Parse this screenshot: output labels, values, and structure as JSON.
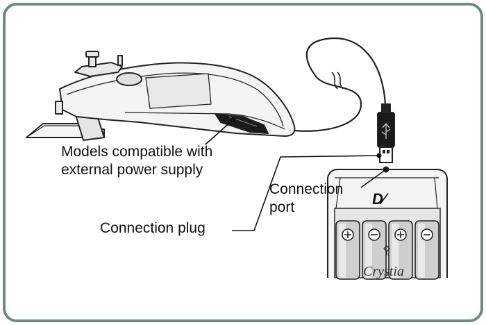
{
  "labels": {
    "models": [
      "Models compatible with",
      "external power supply"
    ],
    "port": [
      "Connection",
      "port"
    ],
    "plug": "Connection plug"
  },
  "branding": {
    "charger_logo": "D⁄",
    "battery_text": "Crystia"
  },
  "colors": {
    "frame_border": "#6f8a83",
    "line": "#222222",
    "fill_light": "#f2f2f2",
    "fill_mid": "#d9d9d9",
    "fill_dark": "#1a1a1a"
  }
}
